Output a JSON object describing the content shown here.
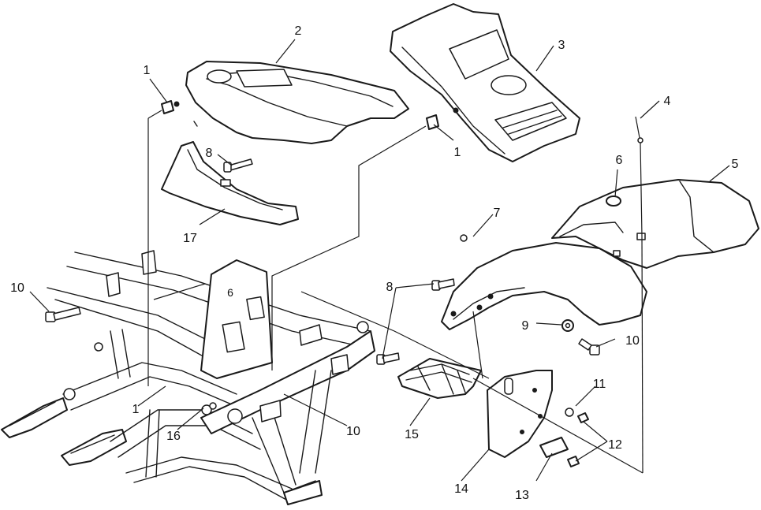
{
  "diagram": {
    "callouts": [
      {
        "id": "c1a",
        "label": "1"
      },
      {
        "id": "c1b",
        "label": "1"
      },
      {
        "id": "c1c",
        "label": "1"
      },
      {
        "id": "c2",
        "label": "2"
      },
      {
        "id": "c3",
        "label": "3"
      },
      {
        "id": "c4",
        "label": "4"
      },
      {
        "id": "c5",
        "label": "5"
      },
      {
        "id": "c6",
        "label": "6"
      },
      {
        "id": "c7",
        "label": "7"
      },
      {
        "id": "c8a",
        "label": "8"
      },
      {
        "id": "c8b",
        "label": "8"
      },
      {
        "id": "c9",
        "label": "9"
      },
      {
        "id": "c10a",
        "label": "10"
      },
      {
        "id": "c10b",
        "label": "10"
      },
      {
        "id": "c10c",
        "label": "10"
      },
      {
        "id": "c11",
        "label": "11"
      },
      {
        "id": "c12",
        "label": "12"
      },
      {
        "id": "c13",
        "label": "13"
      },
      {
        "id": "c14",
        "label": "14"
      },
      {
        "id": "c15",
        "label": "15"
      },
      {
        "id": "c16",
        "label": "16"
      },
      {
        "id": "c17",
        "label": "17"
      }
    ]
  }
}
